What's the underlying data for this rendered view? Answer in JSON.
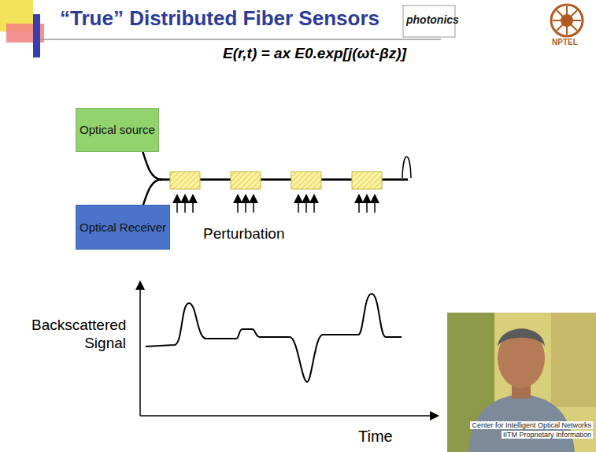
{
  "diagram": {
    "title": "“True” Distributed Fiber Sensors",
    "nodes": [
      {
        "text": [
          "Optical source"
        ]
      },
      {
        "text": [
          "Optical Receiver"
        ]
      }
    ],
    "labels": [
      "E(r,t) = ax E0.exp[j(ωt-βz)]",
      "Perturbation",
      "Backscattered Signal",
      "Time",
      "photonics",
      "NPTEL",
      "Center for Intelligent Optical Networks",
      "IITM Proprietary Information"
    ]
  }
}
